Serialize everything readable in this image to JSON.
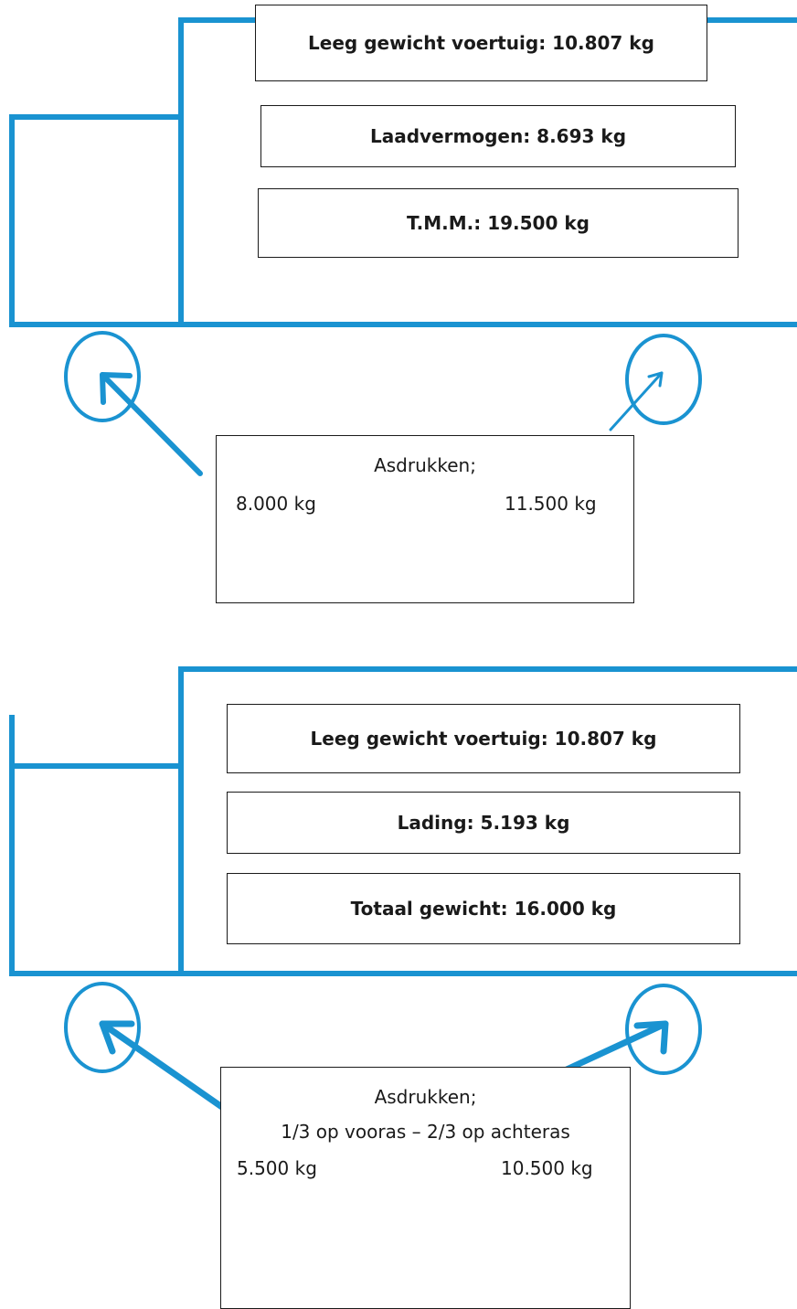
{
  "colors": {
    "truck_outline": "#1a93d1",
    "box_border": "#1a1a1a"
  },
  "truck_1": {
    "empty_weight": "Leeg gewicht voertuig: 10.807 kg",
    "payload": "Laadvermogen: 8.693 kg",
    "gvw": "T.M.M.: 19.500 kg",
    "axle": {
      "title": "Asdrukken;",
      "front": "8.000 kg",
      "rear": "11.500 kg"
    }
  },
  "truck_2": {
    "empty_weight": "Leeg gewicht voertuig:  10.807 kg",
    "load": "Lading: 5.193 kg",
    "total": "Totaal gewicht: 16.000 kg",
    "axle": {
      "title": "Asdrukken;",
      "distribution": "1/3 op vooras – 2/3 op achteras",
      "front": "5.500 kg",
      "rear": "10.500 kg"
    }
  }
}
